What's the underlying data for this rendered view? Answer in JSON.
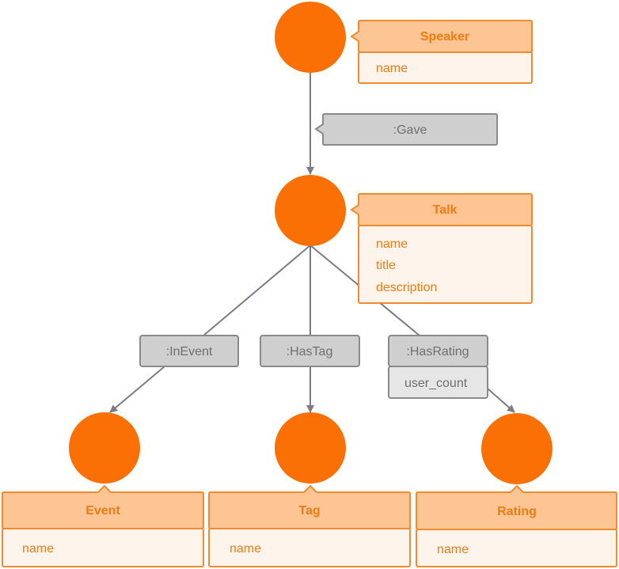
{
  "colors": {
    "node_fill": "#fa7005",
    "node_header_fill": "#fdc593",
    "node_header_stroke": "#f28a2f",
    "node_body_fill": "#fef4eb",
    "node_text": "#f07b12",
    "edge_fill": "#cfcfcf",
    "edge_stroke": "#8a8a8a",
    "edge_prop_fill": "#e6e6e6",
    "edge_text": "#6f6f6f",
    "line": "#7b7b85"
  },
  "nodes": {
    "speaker": {
      "label": "Speaker",
      "properties": [
        "name"
      ]
    },
    "talk": {
      "label": "Talk",
      "properties": [
        "name",
        "title",
        "description"
      ]
    },
    "event": {
      "label": "Event",
      "properties": [
        "name"
      ]
    },
    "tag": {
      "label": "Tag",
      "properties": [
        "name"
      ]
    },
    "rating": {
      "label": "Rating",
      "properties": [
        "name"
      ]
    }
  },
  "edges": {
    "gave": {
      "label": ":Gave",
      "properties": []
    },
    "in_event": {
      "label": ":InEvent",
      "properties": []
    },
    "has_tag": {
      "label": ":HasTag",
      "properties": []
    },
    "has_rating": {
      "label": ":HasRating",
      "properties": [
        "user_count"
      ]
    }
  }
}
